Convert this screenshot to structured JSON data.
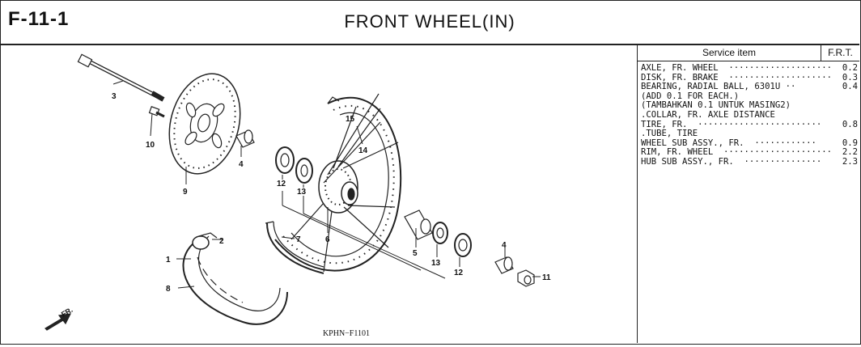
{
  "header": {
    "code": "F-11-1",
    "title": "FRONT WHEEL(IN)"
  },
  "table": {
    "col_item": "Service item",
    "col_frt": "F.R.T.",
    "rows": [
      {
        "text": "AXLE, FR. WHEEL  ····················",
        "value": "0.2"
      },
      {
        "text": "DISK, FR. BRAKE  ····················",
        "value": "0.3"
      },
      {
        "text": "BEARING, RADIAL BALL, 6301U ··",
        "value": "0.4"
      },
      {
        "text": "(ADD 0.1 FOR EACH.)",
        "value": ""
      },
      {
        "text": "(TAMBAHKAN 0.1 UNTUK MASING2)",
        "value": ""
      },
      {
        "text": ".COLLAR, FR. AXLE DISTANCE",
        "value": ""
      },
      {
        "text": "TIRE, FR.  ························",
        "value": "0.8"
      },
      {
        "text": ".TUBE, TIRE",
        "value": ""
      },
      {
        "text": "WHEEL SUB ASSY., FR.  ············",
        "value": "0.9"
      },
      {
        "text": "RIM, FR. WHEEL  ·····················",
        "value": "2.2"
      },
      {
        "text": "HUB SUB ASSY., FR.  ···············",
        "value": "2.3"
      }
    ]
  },
  "diagram": {
    "ref": "KPHN−F1101",
    "direction": "FR.",
    "callouts": {
      "c1": "1",
      "c2": "2",
      "c3": "3",
      "c4a": "4",
      "c4b": "4",
      "c5": "5",
      "c6": "6",
      "c7": "7",
      "c8": "8",
      "c9": "9",
      "c10": "10",
      "c11": "11",
      "c12a": "12",
      "c12b": "12",
      "c13a": "13",
      "c13b": "13",
      "c14": "14",
      "c15": "15"
    }
  }
}
